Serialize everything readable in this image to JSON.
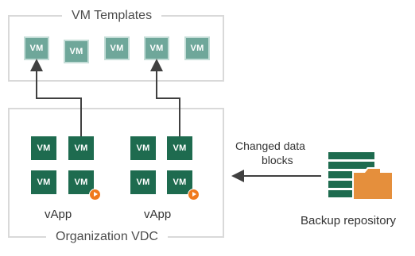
{
  "vm_templates": {
    "title": "VM Templates",
    "vm_label": "VM"
  },
  "organization_vdc": {
    "title": "Organization VDC",
    "vapps": [
      {
        "label": "vApp",
        "vm_label": "VM"
      },
      {
        "label": "vApp",
        "vm_label": "VM"
      }
    ]
  },
  "transfer": {
    "label_line1": "Changed data",
    "label_line2": "blocks"
  },
  "backup_repository": {
    "label": "Backup repository",
    "icon": "backup-repository-icon"
  },
  "colors": {
    "template_vm": "#6fa79a",
    "vapp_vm": "#1e6b4f",
    "badge": "#f07a1e",
    "folder": "#e58f3c",
    "frame": "#d9d9d9",
    "arrow": "#404040"
  }
}
